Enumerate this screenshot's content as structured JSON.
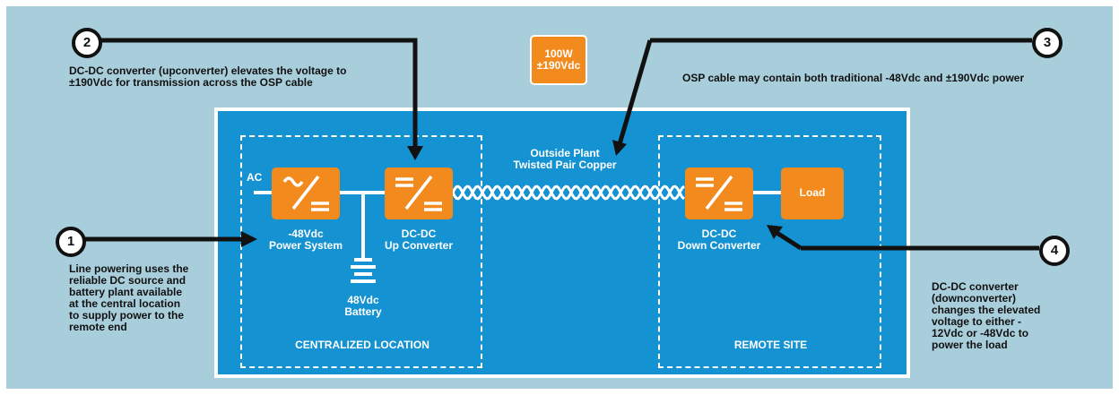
{
  "diagram": {
    "power_badge": "100W\n±190Vdc",
    "callouts": [
      {
        "number": "1",
        "text": "Line powering uses the\nreliable DC source and\nbattery plant available\nat the central location\nto supply power to the\nremote end"
      },
      {
        "number": "2",
        "text": "DC-DC converter (upconverter) elevates the voltage to\n±190Vdc for transmission across the OSP cable"
      },
      {
        "number": "3",
        "text": "OSP cable may contain both traditional -48Vdc and ±190Vdc power"
      },
      {
        "number": "4",
        "text": "DC-DC converter\n(downconverter)\nchanges the elevated\nvoltage to either -\n12Vdc or -48Vdc to\npower the load"
      }
    ],
    "labels": {
      "ac": "AC",
      "power_system": "-48Vdc\nPower System",
      "up_converter": "DC-DC\nUp Converter",
      "battery": "48Vdc\nBattery",
      "cable": "Outside Plant\nTwisted Pair Copper",
      "down_converter": "DC-DC\nDown Converter",
      "load": "Load",
      "centralized_location": "CENTRALIZED LOCATION",
      "remote_site": "REMOTE SITE"
    }
  },
  "colors": {
    "background": "#a9cedb",
    "panel": "#1592d1",
    "component": "#f28a1d",
    "callout_line": "#111111"
  }
}
